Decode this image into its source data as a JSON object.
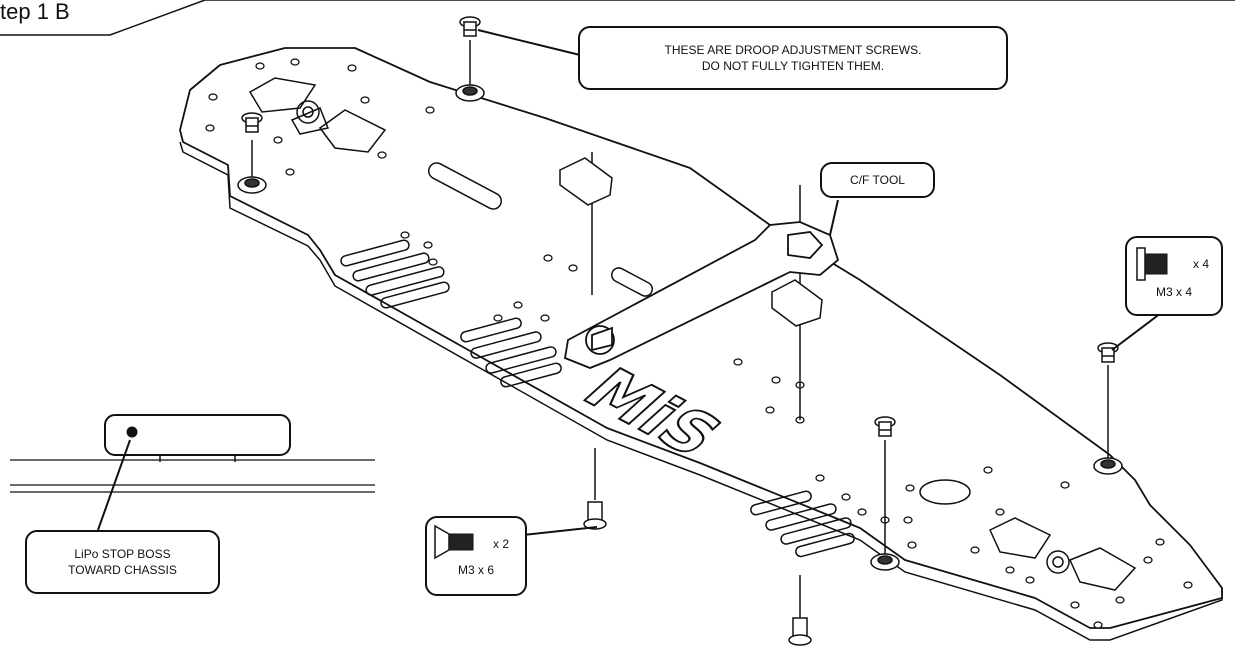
{
  "step": {
    "label": "tep 1 B"
  },
  "callouts": {
    "droop": {
      "line1": "THESE ARE DROOP ADJUSTMENT SCREWS.",
      "line2": "DO NOT FULLY TIGHTEN THEM."
    },
    "tool": {
      "label": "C/F TOOL"
    },
    "lipo": {
      "line1": "LiPo STOP BOSS",
      "line2": "TOWARD CHASSIS"
    }
  },
  "parts": {
    "flat_screw_m3x4": {
      "qty": "x 4",
      "size": "M3 x 4"
    },
    "countersunk_m3x6": {
      "qty": "x 2",
      "size": "M3 x 6"
    }
  },
  "chassis": {
    "logo": "MiS"
  },
  "colors": {
    "line": "#111111",
    "background": "#ffffff",
    "fill": "#ffffff"
  }
}
